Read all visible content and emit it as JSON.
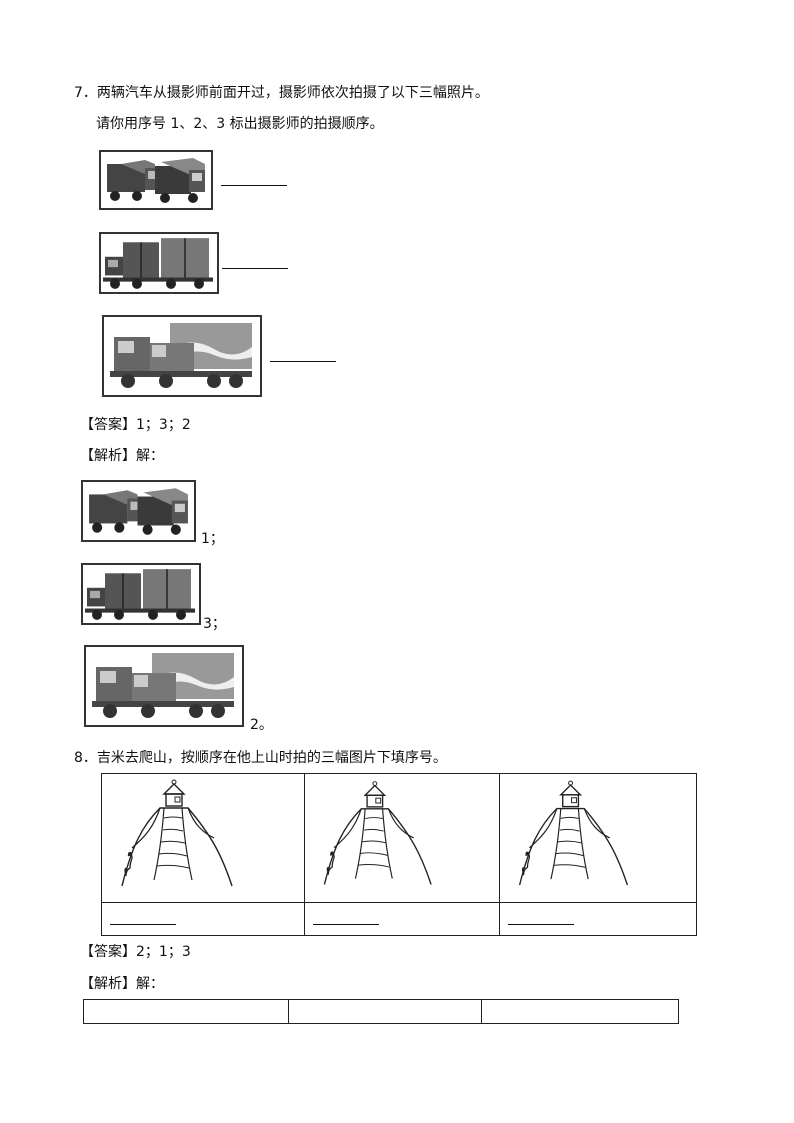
{
  "q7": {
    "number": "7．",
    "line1": "两辆汽车从摄影师前面开过，摄影师依次拍摄了以下三幅照片。",
    "line2": "请你用序号 1、2、3 标出摄影师的拍摄顺序。",
    "answer_label": "【答案】",
    "answer_text": "1；3；2",
    "analysis_label": "【解析】",
    "analysis_text": "解：",
    "analysis_marks": [
      "1；",
      "3；",
      "2。"
    ]
  },
  "q8": {
    "number": "8．",
    "line1": "吉米去爬山，按顺序在他上山时拍的三幅图片下填序号。",
    "answer_label": "【答案】",
    "answer_text": "2；1；3",
    "analysis_label": "【解析】",
    "analysis_text": "解："
  },
  "icons": {
    "truck_photo": "truck-photo-icon",
    "mountain_picture": "mountain-house-icon"
  }
}
